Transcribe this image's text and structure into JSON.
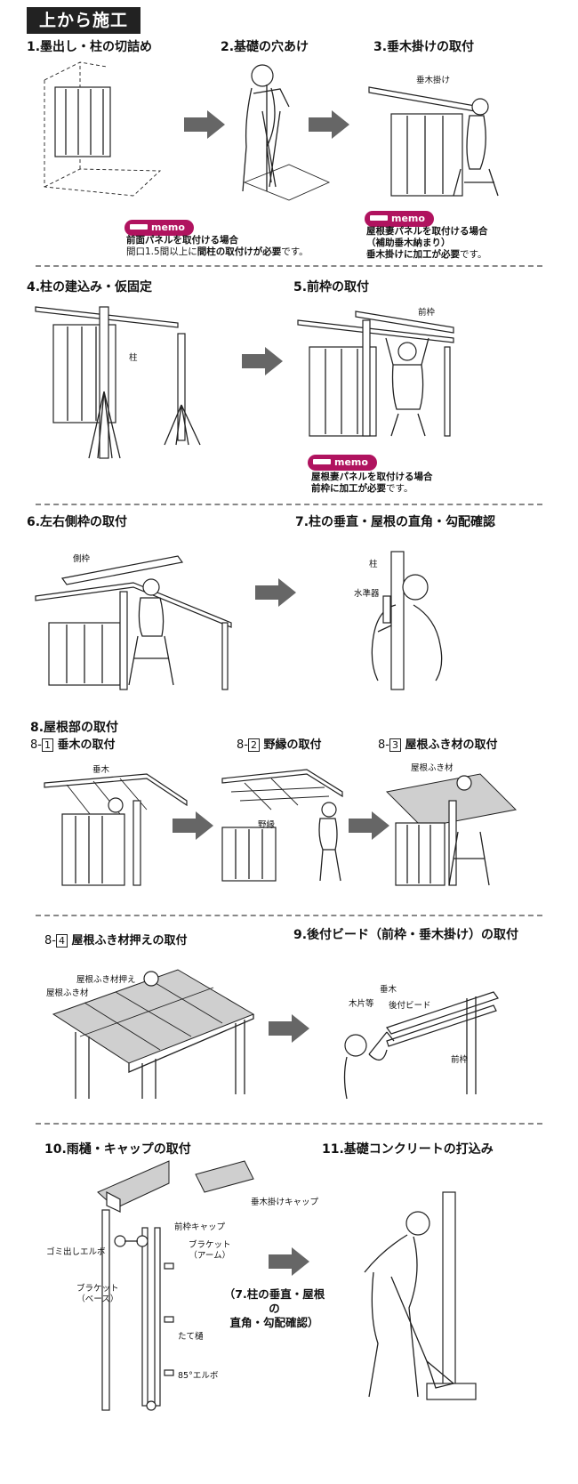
{
  "header": {
    "title": "上から施工"
  },
  "steps": {
    "s1": "1.墨出し・柱の切詰め",
    "s2": "2.基礎の穴あけ",
    "s3": "3.垂木掛けの取付",
    "s4": "4.柱の建込み・仮固定",
    "s5": "5.前枠の取付",
    "s6": "6.左右側枠の取付",
    "s7": "7.柱の垂直・屋根の直角・勾配確認",
    "s8": "8.屋根部の取付",
    "s8_1": "垂木の取付",
    "s8_2": "野縁の取付",
    "s8_3": "屋根ふき材の取付",
    "s8_4": "屋根ふき材押えの取付",
    "s9": "9.後付ビード（前枠・垂木掛け）の取付",
    "s10": "10.雨樋・キャップの取付",
    "s11": "11.基礎コンクリートの打込み"
  },
  "substep_prefix": {
    "p1": "8-",
    "n1": "1",
    "p2": "8-",
    "n2": "2",
    "p3": "8-",
    "n3": "3",
    "p4": "8-",
    "n4": "4"
  },
  "memo": {
    "badge": "memo",
    "m1_line1": "前面パネルを取付ける場合",
    "m1_line2_a": "間口1.5間以上に",
    "m1_line2_b": "間柱の取付けが必要",
    "m1_line2_c": "です。",
    "m3_line1": "屋根妻パネルを取付ける場合",
    "m3_line2": "（補助垂木納まり）",
    "m3_line3_a": "垂木掛けに",
    "m3_line3_b": "加工が必要",
    "m3_line3_c": "です。",
    "m5_line1": "屋根妻パネルを取付ける場合",
    "m5_line2_a": "前枠に",
    "m5_line2_b": "加工が必要",
    "m5_line2_c": "です。"
  },
  "labels": {
    "taruki_kake": "垂木掛け",
    "hashira": "柱",
    "maewaku": "前枠",
    "sokuwaku": "側枠",
    "hashira7": "柱",
    "suijunki": "水準器",
    "taruki": "垂木",
    "nobuchi": "野縁",
    "yane_fukizai": "屋根ふき材",
    "yane_fukizai_osae": "屋根ふき材押え",
    "yane_fukizai2": "屋根ふき材",
    "taruki9": "垂木",
    "kihen": "木片等",
    "atotsuke_bead": "後付ビード",
    "maewaku9": "前枠",
    "taruki_kake_cap": "垂木掛けキャップ",
    "maewaku_cap": "前枠キャップ",
    "gomidashi": "ゴミ出しエルボ",
    "bracket_arm_1": "ブラケット",
    "bracket_arm_2": "（アーム）",
    "bracket_base_1": "ブラケット",
    "bracket_base_2": "（ベース）",
    "tatedoi": "たて樋",
    "elbow85": "85°エルボ",
    "recheck_1": "（7.柱の垂直・屋根の",
    "recheck_2": "直角・勾配確認）"
  },
  "colors": {
    "memo": "#b0135f",
    "header_bg": "#222222",
    "arrow": "#666666"
  }
}
